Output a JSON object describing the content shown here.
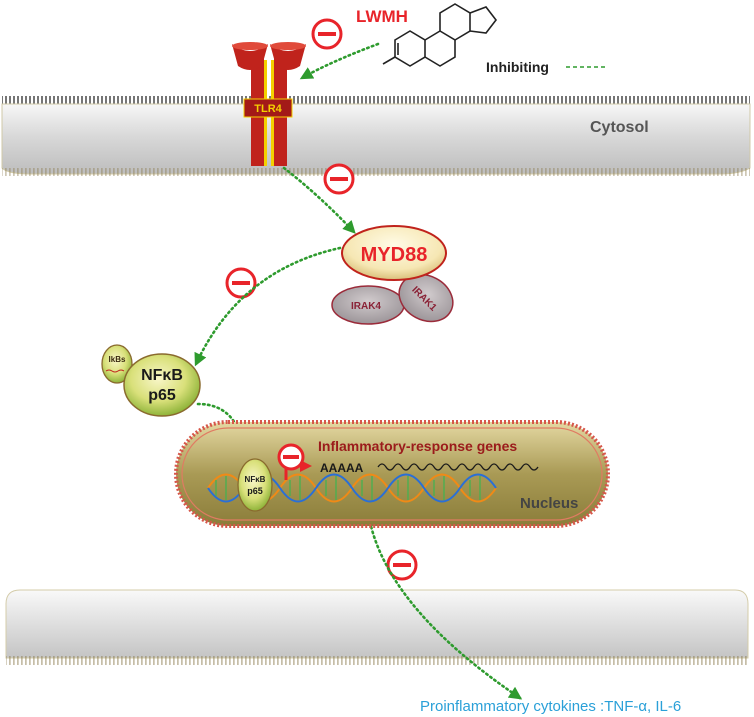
{
  "title": "LWMH",
  "legend": {
    "label": "Inhibiting"
  },
  "labels": {
    "tlr4": "TLR4",
    "cytosol": "Cytosol",
    "myd88": "MYD88",
    "irak4": "IRAK4",
    "irak1": "IRAK1",
    "ikbs": "IkBs",
    "nfkb": "NFκB",
    "p65": "p65",
    "nfkb_small": "NFκB",
    "p65_small": "p65",
    "genes": "Inflammatory-response genes",
    "mrna": "AAAAA",
    "nucleus": "Nucleus",
    "output": "Proinflammatory cytokines :TNF-α,  IL-6"
  },
  "colors": {
    "lwmh_red": "#e8242a",
    "inhibit_green": "#2e9b2e",
    "receptor_red": "#c0231c",
    "receptor_yellow": "#f4d000",
    "output_blue": "#2aa0d8",
    "irak_fill": "#b0a9ac",
    "irak_text": "#8a2236"
  }
}
